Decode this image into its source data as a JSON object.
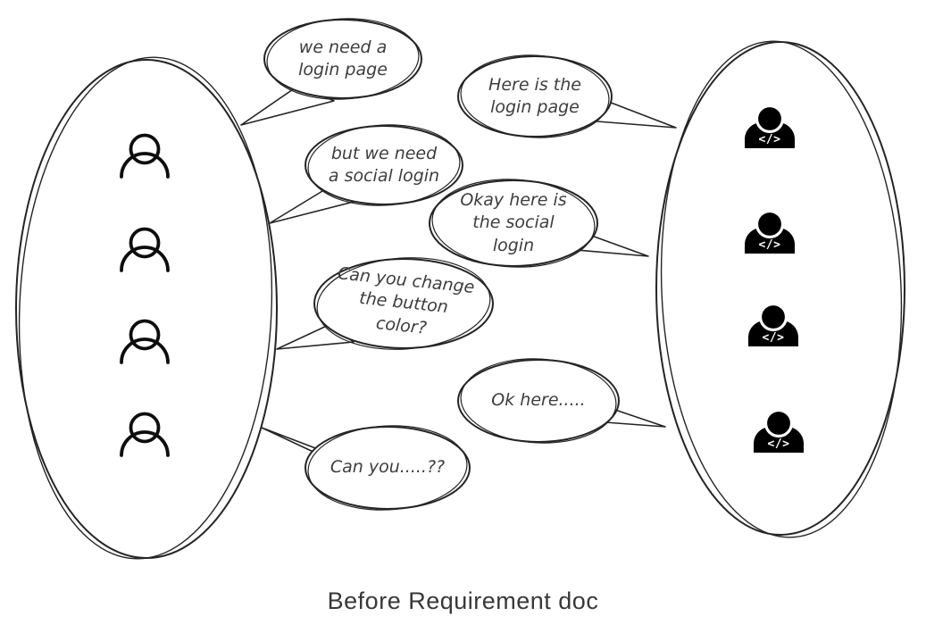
{
  "caption": "Before Requirement doc",
  "colors": {
    "ink": "#242424",
    "icon_fill": "#000000",
    "bubble_text": "#3d3d3d",
    "caption_text": "#383838",
    "background": "#ffffff"
  },
  "left_group": {
    "role": "clients",
    "member_count": 4
  },
  "right_group": {
    "role": "developers",
    "member_count": 4,
    "code_glyph": "</>"
  },
  "bubbles": [
    {
      "speaker": "client",
      "text": "we need a\nlogin page"
    },
    {
      "speaker": "developer",
      "text": "Here is the\nlogin page"
    },
    {
      "speaker": "client",
      "text": "but we need\na social login"
    },
    {
      "speaker": "developer",
      "text": "Okay here is\nthe social\nlogin"
    },
    {
      "speaker": "client",
      "text": "Can you change\nthe button\ncolor?"
    },
    {
      "speaker": "developer",
      "text": "Ok here....."
    },
    {
      "speaker": "client",
      "text": "Can you.....??"
    }
  ]
}
